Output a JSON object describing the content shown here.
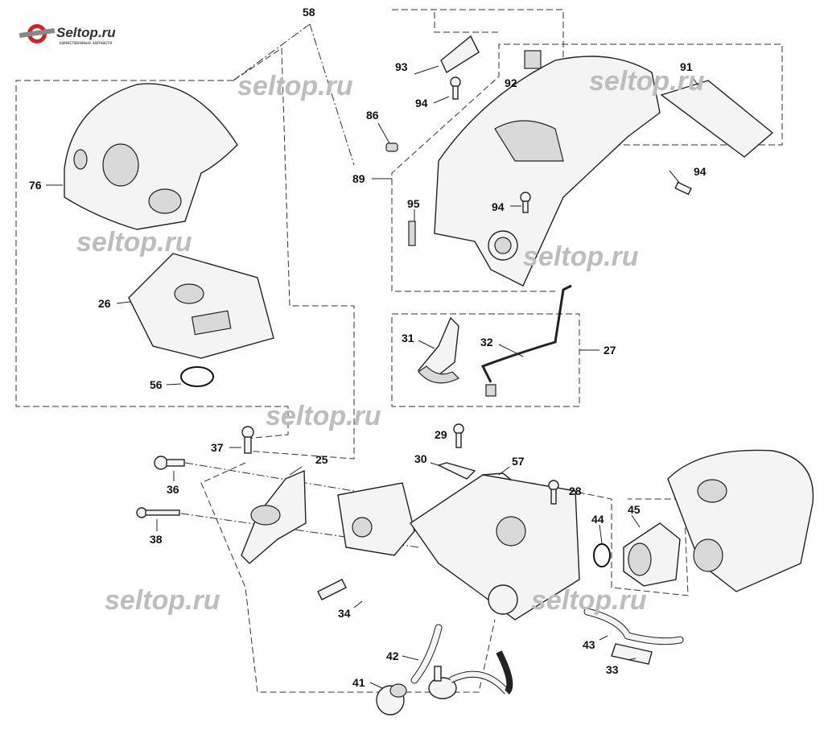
{
  "logo": {
    "name": "Seltop.ru",
    "tagline": "качественные запчасти",
    "accent": "#d42020"
  },
  "watermark": "seltop.ru",
  "labels": {
    "p58": "58",
    "p93": "93",
    "p92": "92",
    "p91": "91",
    "p94a": "94",
    "p94b": "94",
    "p94c": "94",
    "p86": "86",
    "p89": "89",
    "p95": "95",
    "p76": "76",
    "p26": "26",
    "p56": "56",
    "p31": "31",
    "p32": "32",
    "p27": "27",
    "p29": "29",
    "p30": "30",
    "p57": "57",
    "p37": "37",
    "p25": "25",
    "p36": "36",
    "p38": "38",
    "p28": "28",
    "p44": "44",
    "p45": "45",
    "p34": "34",
    "p42": "42",
    "p41": "41",
    "p43": "43",
    "p33": "33"
  }
}
